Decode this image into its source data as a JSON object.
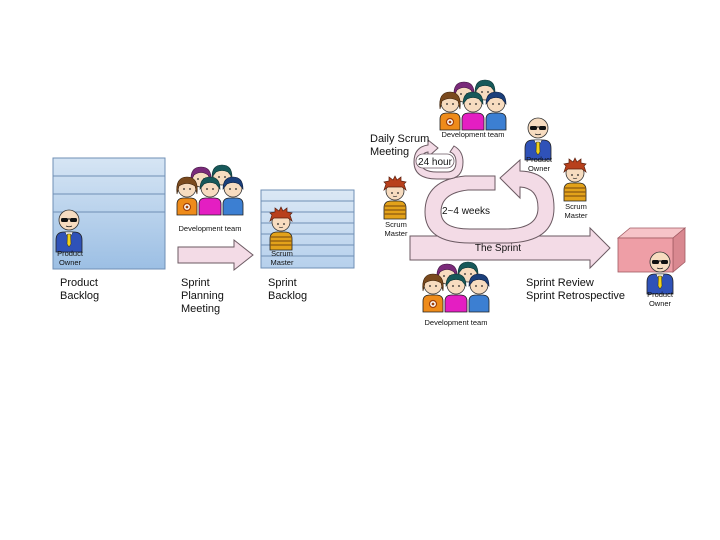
{
  "stage1": {
    "label": "Product\nBacklog",
    "owner": "Product\nOwner"
  },
  "stage2": {
    "label": "Sprint\nPlanning\nMeeting",
    "team": "Development team"
  },
  "stage3": {
    "label": "Sprint\nBacklog",
    "master": "Scrum\nMaster"
  },
  "sprint": {
    "daily_scrum": "Daily Scrum\nMeeting",
    "cycle_short": "24 hour",
    "cycle_long": "2~4 weeks",
    "title": "The Sprint",
    "team_top": "Development team",
    "team_bottom": "Development team",
    "owner": "Product\nOwner",
    "master_left": "Scrum\nMaster",
    "master_right": "Scrum\nMaster"
  },
  "stage5": {
    "label": "Sprint Review\nSprint Retrospective",
    "owner": "Product\nOwner"
  },
  "colors": {
    "backlog_top": "#cfe0f2",
    "backlog_bottom": "#9dbfe3",
    "arrow_fill": "#f3dbe6",
    "arrow_stroke": "#6b5a62",
    "box_front": "#ee9ea6",
    "box_top": "#f6c4c8",
    "box_side": "#d98890"
  }
}
